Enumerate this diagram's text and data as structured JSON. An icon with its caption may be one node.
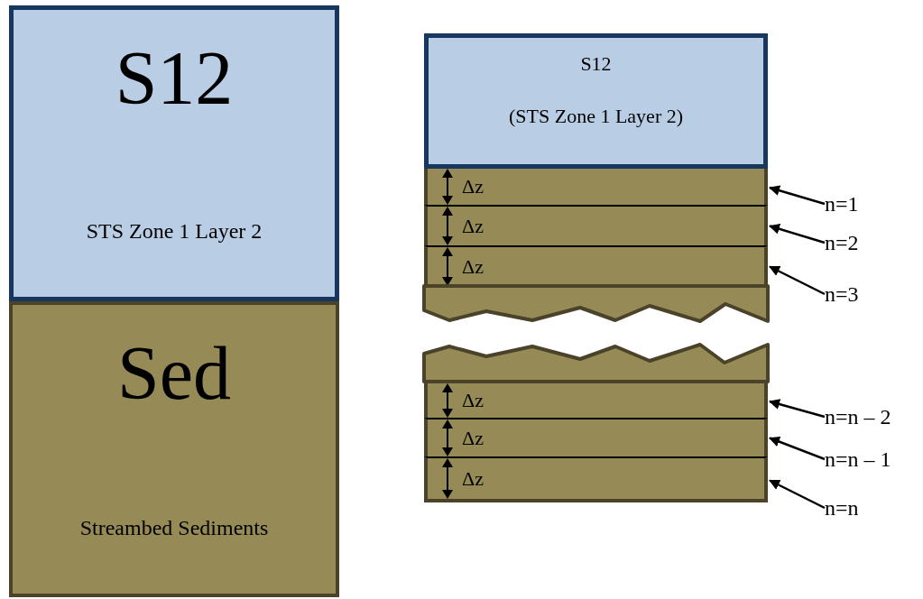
{
  "diagram": {
    "nodes": [
      {
        "text": [
          "S12",
          "STS Zone 1 Layer 2"
        ]
      },
      {
        "text": [
          "Sed",
          "Streambed Sediments"
        ]
      },
      {
        "text": [
          "S12",
          "(STS Zone 1 Layer 2)"
        ]
      },
      {
        "text": [
          "Δz"
        ]
      },
      {
        "text": [
          "Δz"
        ]
      },
      {
        "text": [
          "Δz"
        ]
      },
      {
        "text": [],
        "shape": "box"
      },
      {
        "text": [],
        "shape": "box"
      },
      {
        "text": [
          "Δz"
        ]
      },
      {
        "text": [
          "Δz"
        ]
      },
      {
        "text": [
          "Δz"
        ]
      },
      {
        "text": [
          "n=1"
        ]
      },
      {
        "text": [
          "n=2"
        ]
      },
      {
        "text": [
          "n=3"
        ]
      },
      {
        "text": [
          "n=n – 2"
        ]
      },
      {
        "text": [
          "n=n – 1"
        ]
      },
      {
        "text": [
          "n=n"
        ]
      }
    ],
    "edges": [
      {
        "from": 11,
        "to": 3,
        "arrow": "to"
      },
      {
        "from": 12,
        "to": 4,
        "arrow": "to"
      },
      {
        "from": 13,
        "to": 5,
        "arrow": "to"
      },
      {
        "from": 14,
        "to": 8,
        "arrow": "to"
      },
      {
        "from": 15,
        "to": 9,
        "arrow": "to"
      },
      {
        "from": 16,
        "to": 10,
        "arrow": "to"
      }
    ]
  }
}
